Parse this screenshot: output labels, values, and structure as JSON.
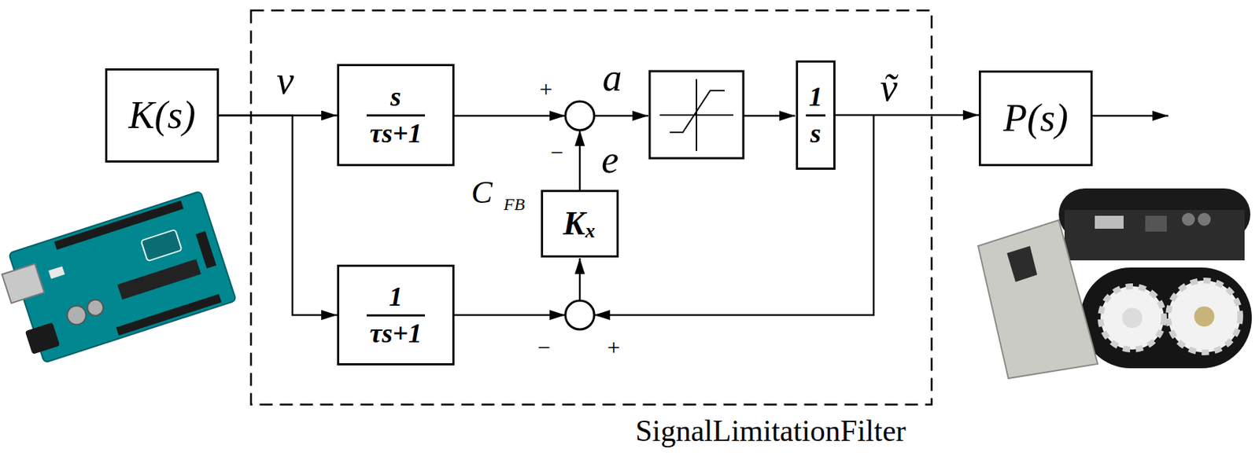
{
  "diagram": {
    "nodes": [
      {
        "text": [
          "K(s)"
        ]
      },
      {
        "text": [
          "SignalLimitationFilter"
        ]
      },
      {
        "text": [
          "s",
          "τs+1"
        ],
        "in": 1
      },
      {
        "text": [
          "1",
          "s"
        ],
        "in": 1
      },
      {
        "text": [
          "Kₓ"
        ],
        "in": 1
      },
      {
        "text": [
          "1",
          "τs+1"
        ],
        "in": 1
      },
      {
        "text": [
          "P(s)"
        ]
      }
    ],
    "edges": [
      {
        "from": 0,
        "to": 2,
        "arrow": "to",
        "label": "v"
      },
      {
        "from": 0,
        "to": 5,
        "arrow": "to"
      },
      {
        "from": 3,
        "to": 6,
        "arrow": "to",
        "label": "ṽ"
      }
    ],
    "labels": [
      "+",
      "a",
      "−",
      "e",
      "C",
      "FB",
      "−",
      "+"
    ]
  }
}
